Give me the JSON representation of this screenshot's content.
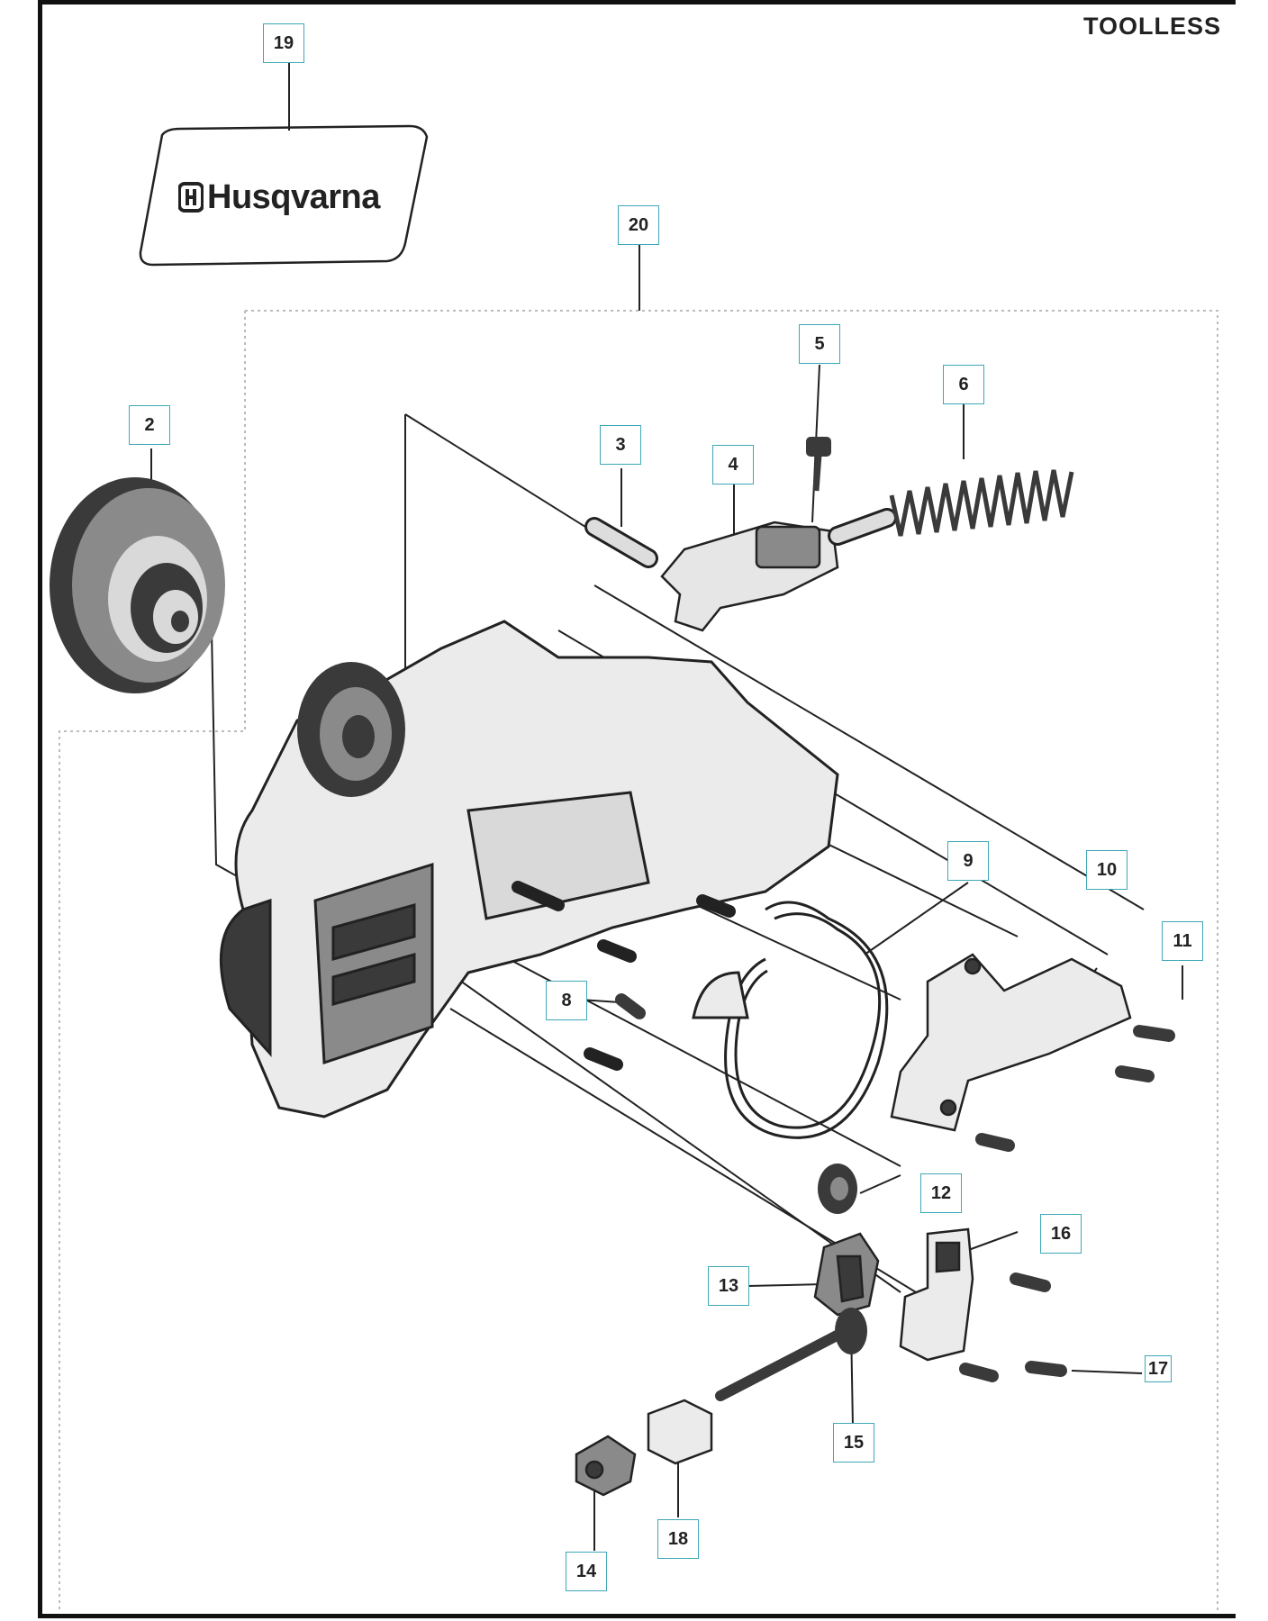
{
  "heading": "TOOLLESS",
  "decal_brand": "Husqvarna",
  "callouts": {
    "c2": "2",
    "c3": "3",
    "c4": "4",
    "c5": "5",
    "c6": "6",
    "c8": "8",
    "c9": "9",
    "c10": "10",
    "c11": "11",
    "c12": "12",
    "c13": "13",
    "c14": "14",
    "c15": "15",
    "c16": "16",
    "c17": "17",
    "c18": "18",
    "c19": "19",
    "c20": "20"
  },
  "colors": {
    "callout_border": "#3fa7b8",
    "line": "#222222",
    "part_dark": "#3a3a3a",
    "part_mid": "#8a8a8a",
    "part_light": "#d9d9d9"
  }
}
